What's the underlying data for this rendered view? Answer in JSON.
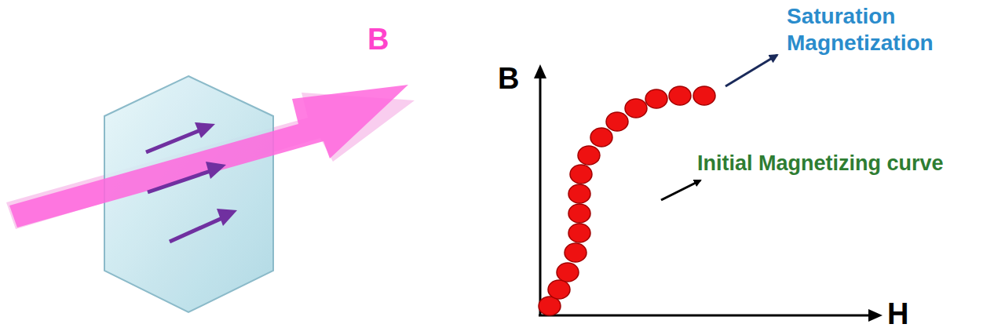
{
  "diagram": {
    "labels": [
      "B",
      "Saturation Magnetization",
      "B",
      "Initial Magnetizing curve",
      "H"
    ]
  }
}
